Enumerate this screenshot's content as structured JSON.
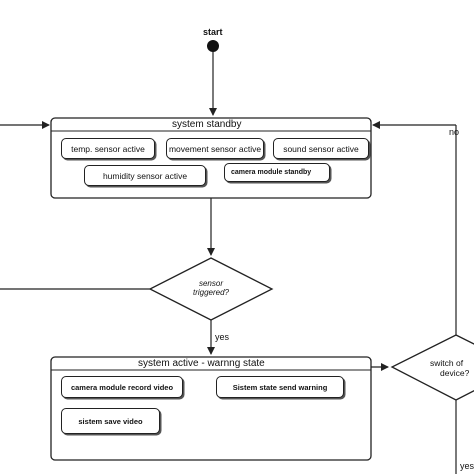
{
  "start_label": "start",
  "standby": {
    "title": "system standby",
    "chips": [
      "temp. sensor active",
      "movement sensor active",
      "sound sensor active",
      "humidity sensor active",
      "camera module standby"
    ]
  },
  "decision_sensor": {
    "line1": "sensor",
    "line2": "triggered?"
  },
  "yes_label_1": "yes",
  "active": {
    "title": "system active - warnng state",
    "chips": [
      "camera module record video",
      "Sistem state send warning",
      "sistem save video"
    ]
  },
  "decision_switch": {
    "line1": "switch of",
    "line2": "device?"
  },
  "no_label": "no",
  "yes_label_2": "yes"
}
